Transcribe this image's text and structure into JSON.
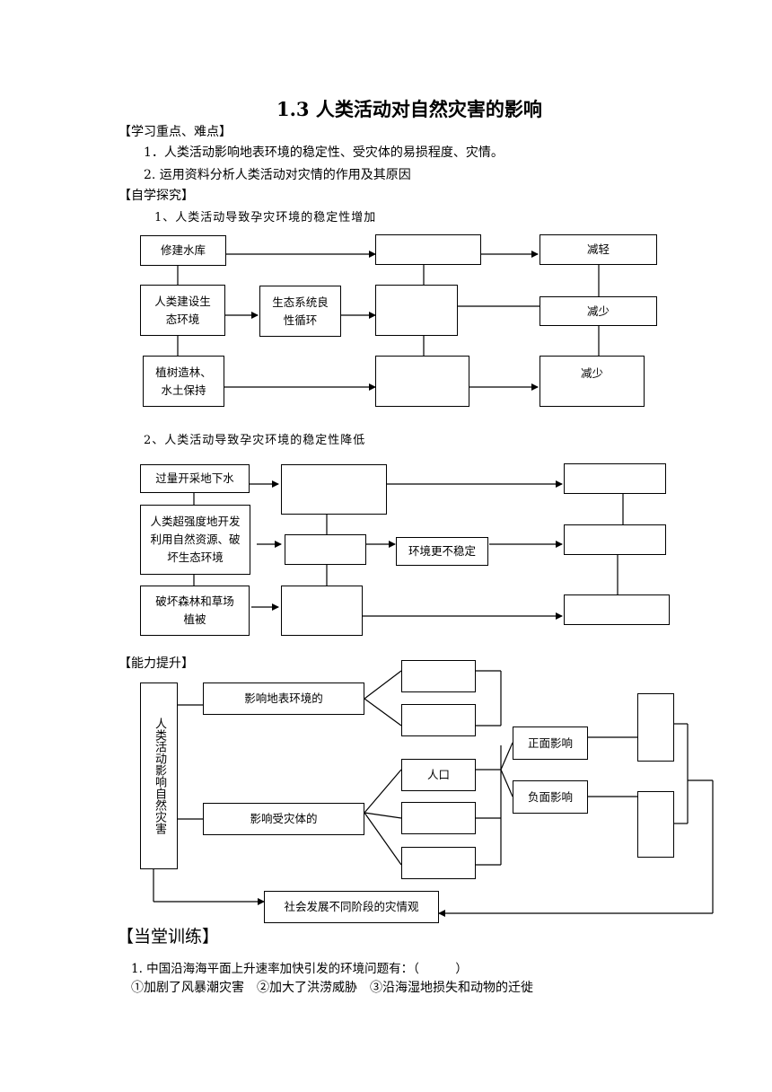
{
  "title": "1.3 人类活动对自然灾害的影响",
  "sections": {
    "key_points": "【学习重点、难点】",
    "self_study": "【自学探究】",
    "ability": "【能力提升】",
    "practice": "【当堂训练】"
  },
  "key_points": [
    "1．人类活动影响地表环境的稳定性、受灾体的易损程度、灾情。",
    "2. 运用资料分析人类活动对灾情的作用及其原因"
  ],
  "diagram1": {
    "caption": "1、人类活动导致孕灾环境的稳定性增加",
    "reservoir": "修建水库",
    "eco_build": "人类建设生态环境",
    "eco_cycle": "生态系统良性循环",
    "afforest": "植树造林、水土保持",
    "reduce1": "减轻",
    "reduce2": "减少",
    "reduce3": "减少"
  },
  "diagram2": {
    "caption": "2、人类活动导致孕灾环境的稳定性降低",
    "groundwater": "过量开采地下水",
    "overexploit": "人类超强度地开发利用自然资源、破坏生态环境",
    "destroy_forest": "破坏森林和草场植被",
    "unstable": "环境更不稳定"
  },
  "diagram3": {
    "main": "人类活动影响自然灾害",
    "surface": "影响地表环境的",
    "victim": "影响受灾体的",
    "population": "人口",
    "positive": "正面影响",
    "negative": "负面影响",
    "social": "社会发展不同阶段的灾情观"
  },
  "question1": {
    "stem": "1. 中国沿海海平面上升速率加快引发的环境问题有：（　　　）",
    "options": "①加剧了风暴潮灾害　②加大了洪涝威胁　③沿海湿地损失和动物的迁徙"
  }
}
